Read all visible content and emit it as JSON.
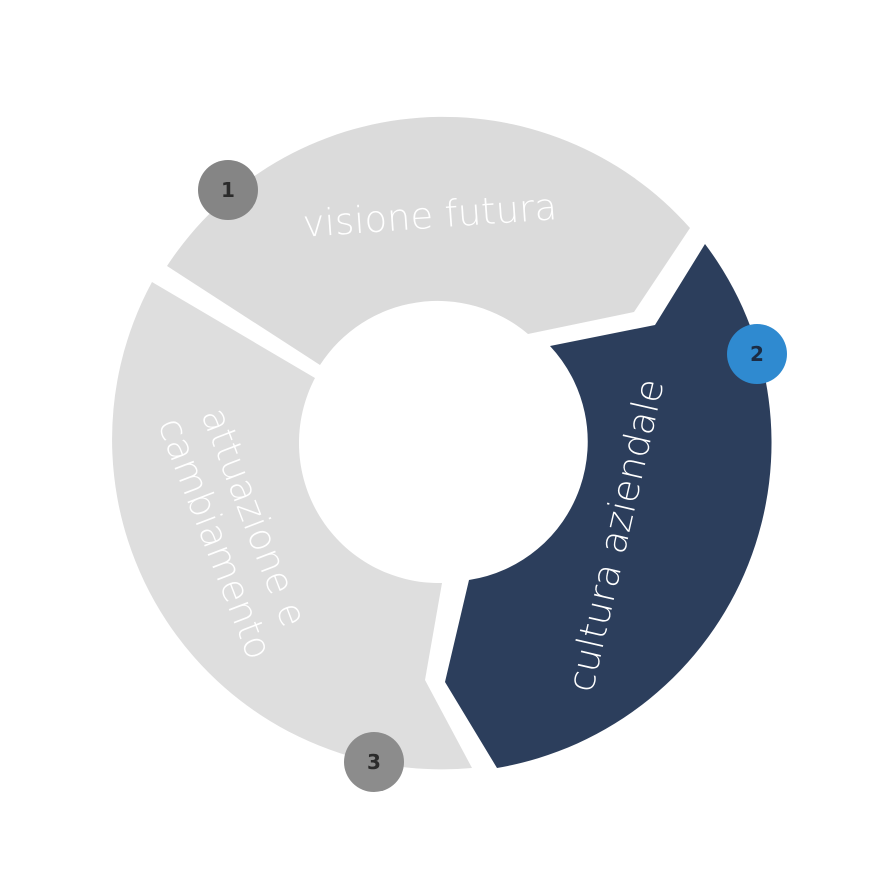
{
  "diagram": {
    "segments": [
      {
        "label": "visione futura",
        "number": "1",
        "color": "#dbdbdb",
        "badge_color": "#858585",
        "badge_text_color": "#2b2b2b"
      },
      {
        "label": "cultura aziendale",
        "number": "2",
        "color": "#2c3e5c",
        "badge_color": "#2f8ad0",
        "badge_text_color": "#1c2c44"
      },
      {
        "label_lines": [
          "attuazione e",
          "cambiamento"
        ],
        "number": "3",
        "color": "#dedede",
        "badge_color": "#8c8c8c",
        "badge_text_color": "#2b2b2b"
      }
    ]
  }
}
